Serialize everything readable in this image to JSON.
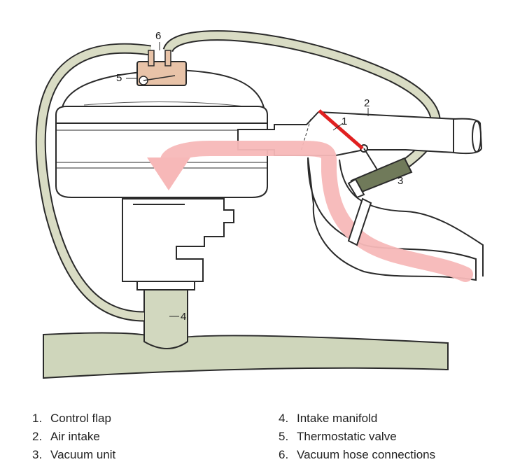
{
  "callouts": {
    "c1": "1",
    "c2": "2",
    "c3": "3",
    "c4": "4",
    "c5": "5",
    "c6": "6"
  },
  "legend": [
    {
      "num": "1.",
      "label": "Control flap"
    },
    {
      "num": "2.",
      "label": "Air intake"
    },
    {
      "num": "3.",
      "label": "Vacuum unit"
    },
    {
      "num": "4.",
      "label": "Intake manifold"
    },
    {
      "num": "5.",
      "label": "Thermostatic valve"
    },
    {
      "num": "6.",
      "label": "Vacuum hose connections"
    }
  ],
  "colors": {
    "hose_fill": "#d9dcc4",
    "manifold_fill": "#cfd6bb",
    "outline": "#2a2a2a",
    "airflow_arrow": "#f7b8b8",
    "control_flap": "#e02020",
    "thermostatic_valve": "#e8c3a8",
    "vacuum_unit": "#707a5a"
  }
}
